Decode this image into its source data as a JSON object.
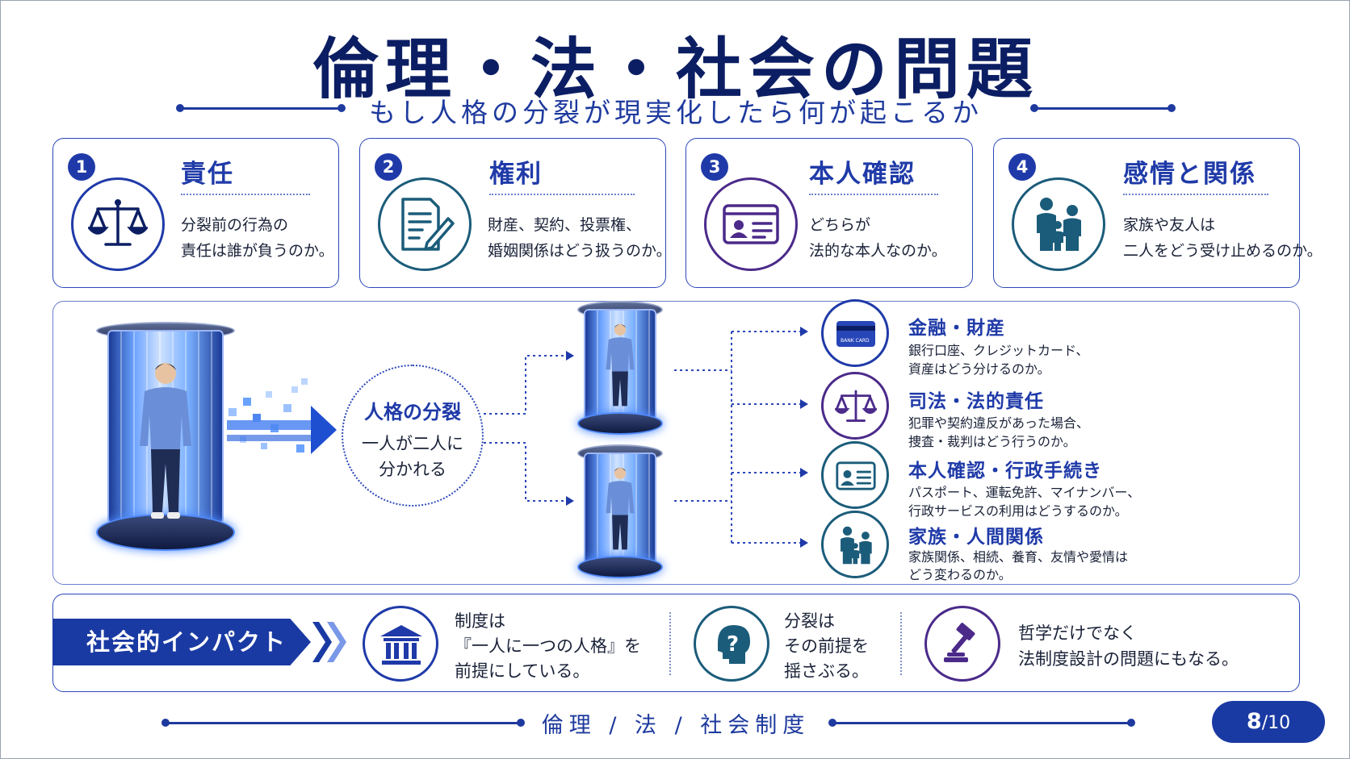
{
  "header": {
    "title": "倫理・法・社会の問題",
    "subtitle": "もし人格の分裂が現実化したら何が起こるか"
  },
  "cards": [
    {
      "num": "1",
      "title": "責任",
      "lines": [
        "分裂前の行為の",
        "責任は誰が負うのか。"
      ],
      "icon": "scales-icon"
    },
    {
      "num": "2",
      "title": "権利",
      "lines": [
        "財産、契約、投票権、",
        "婚姻関係はどう扱うのか。"
      ],
      "icon": "document-pen-icon"
    },
    {
      "num": "3",
      "title": "本人確認",
      "lines": [
        "どちらが",
        "法的な本人なのか。"
      ],
      "icon": "id-card-icon"
    },
    {
      "num": "4",
      "title": "感情と関係",
      "lines": [
        "家族や友人は",
        "二人をどう受け止めるのか。"
      ],
      "icon": "family-icon"
    }
  ],
  "split": {
    "title": "人格の分裂",
    "lines": [
      "一人が二人に",
      "分かれる"
    ]
  },
  "consequences": [
    {
      "title": "金融・財産",
      "lines": [
        "銀行口座、クレジットカード、",
        "資産はどう分けるのか。"
      ],
      "icon": "bank-card-icon",
      "card_text": "BANK CARD"
    },
    {
      "title": "司法・法的責任",
      "lines": [
        "犯罪や契約違反があった場合、",
        "捜査・裁判はどう行うのか。"
      ],
      "icon": "scales-icon"
    },
    {
      "title": "本人確認・行政手続き",
      "lines": [
        "パスポート、運転免許、マイナンバー、",
        "行政サービスの利用はどうするのか。"
      ],
      "icon": "id-card-icon"
    },
    {
      "title": "家族・人間関係",
      "lines": [
        "家族関係、相続、養育、友情や愛情は",
        "どう変わるのか。"
      ],
      "icon": "family-icon"
    }
  ],
  "impact": {
    "label": "社会的インパクト",
    "items": [
      {
        "lines": [
          "制度は",
          "『一人に一つの人格』を",
          "前提にしている。"
        ],
        "icon": "institution-icon"
      },
      {
        "lines": [
          "分裂は",
          "その前提を",
          "揺さぶる。"
        ],
        "icon": "question-head-icon"
      },
      {
        "lines": [
          "哲学だけでなく",
          "法制度設計の問題にもなる。"
        ],
        "icon": "gavel-icon"
      }
    ]
  },
  "footer": {
    "text": "倫理 / 法 / 社会制度",
    "page": "8",
    "total": "/10"
  },
  "colors": {
    "navy": "#0c1e63",
    "accent": "#1f3aa8",
    "impact_bg": "#1a3aa3",
    "purple": "#4b2a8a",
    "teal": "#1b5c7a"
  }
}
